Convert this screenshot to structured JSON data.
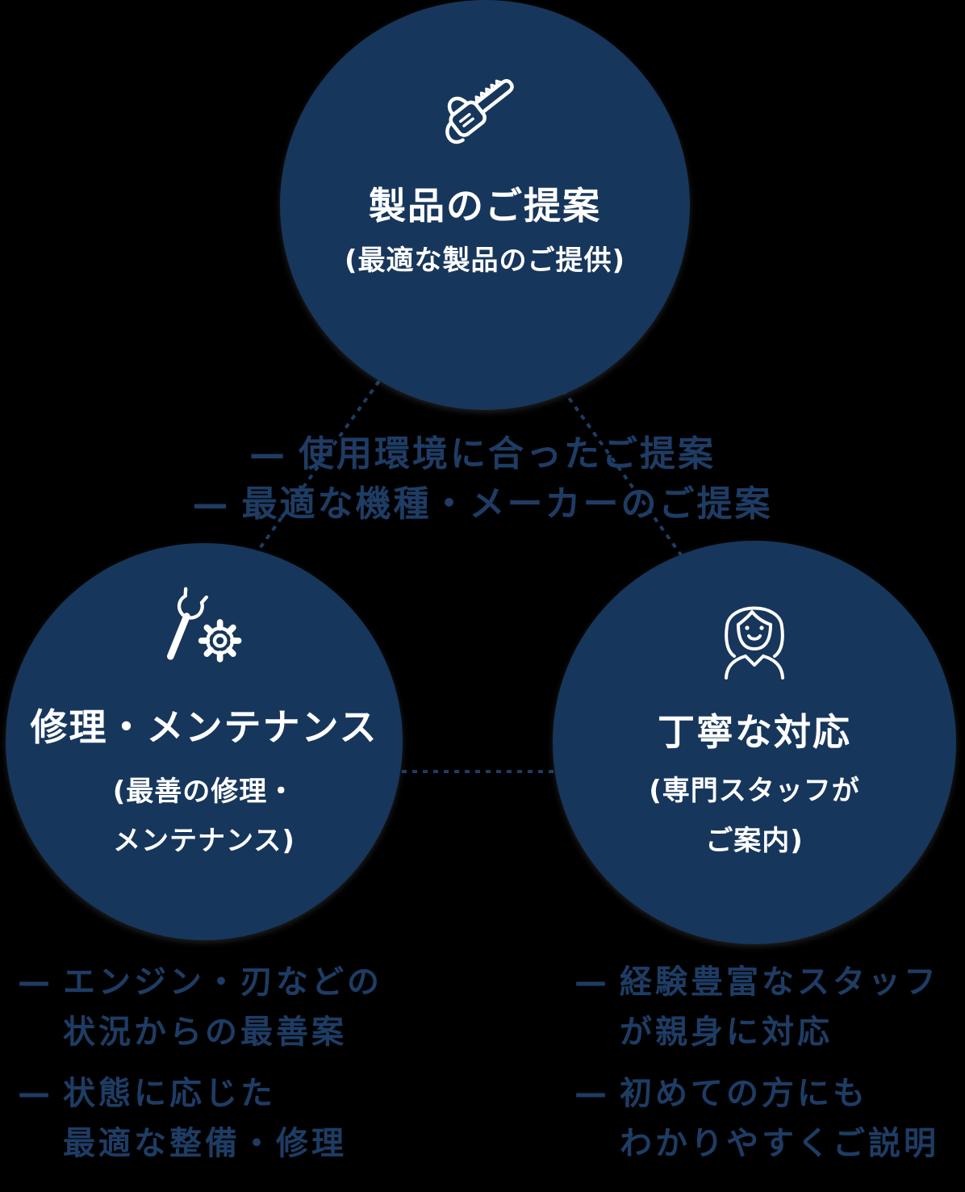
{
  "colors": {
    "background": "#000000",
    "circle_fill": "#17365C",
    "circle_text": "#FFFFFF",
    "accent_text": "#1E3C64"
  },
  "nodes": {
    "product": {
      "icon": "chainsaw-icon",
      "title": "製品のご提案",
      "subtitle": "(最適な製品のご提供)"
    },
    "repair": {
      "icon": "wrench-gear-icon",
      "title": "修理・メンテナンス",
      "subtitle_line1": "(最善の修理・",
      "subtitle_line2": "メンテナンス)"
    },
    "support": {
      "icon": "staff-icon",
      "title": "丁寧な対応",
      "subtitle_line1": "(専門スタッフが",
      "subtitle_line2": "ご案内)"
    }
  },
  "product_notes": {
    "items": [
      {
        "dash": "—",
        "text": "使用環境に合ったご提案"
      },
      {
        "dash": "—",
        "text": "最適な機種・メーカーのご提案"
      }
    ]
  },
  "repair_notes": {
    "items": [
      {
        "dash": "—",
        "line1": "エンジン・刃などの",
        "line2": "状況からの最善案"
      },
      {
        "dash": "—",
        "line1": "状態に応じた",
        "line2": "最適な整備・修理"
      }
    ]
  },
  "support_notes": {
    "items": [
      {
        "dash": "—",
        "line1": "経験豊富なスタッフ",
        "line2": "が親身に対応"
      },
      {
        "dash": "—",
        "line1": "初めての方にも",
        "line2": "わかりやすくご説明"
      }
    ]
  }
}
